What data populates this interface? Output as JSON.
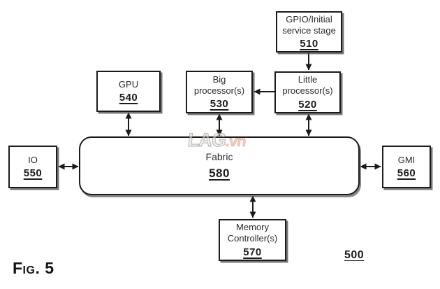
{
  "figure_label": "Fig. 5",
  "reference_number": "500",
  "watermark": {
    "name": "LAG",
    "tld": ".vn"
  },
  "blocks": {
    "gpio": {
      "line1": "GPIO/Initial",
      "line2": "service stage",
      "num": "510"
    },
    "little": {
      "line1": "Little",
      "line2": "processor(s)",
      "num": "520"
    },
    "big": {
      "line1": "Big",
      "line2": "processor(s)",
      "num": "530"
    },
    "gpu": {
      "line1": "GPU",
      "num": "540"
    },
    "io": {
      "line1": "IO",
      "num": "550"
    },
    "gmi": {
      "line1": "GMI",
      "num": "560"
    },
    "memory": {
      "line1": "Memory",
      "line2": "Controller(s)",
      "num": "570"
    },
    "fabric": {
      "line1": "Fabric",
      "num": "580"
    }
  },
  "colors": {
    "line": "#1b1b1b",
    "box_border": "#1b1b1b",
    "shadow": "#555555",
    "text": "#2b2b2b",
    "background": "#ffffff"
  }
}
